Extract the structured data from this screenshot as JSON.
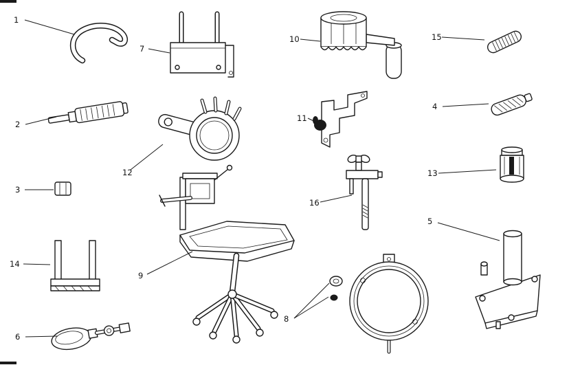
{
  "diagram": {
    "background_color": "#ffffff",
    "line_color": "#1a1a1a",
    "parts": {
      "p1": {
        "number": "1",
        "name": "retaining-hook-tool"
      },
      "p2": {
        "number": "2",
        "name": "punch-driver-tool"
      },
      "p3": {
        "number": "3",
        "name": "small-cap-tool"
      },
      "p4": {
        "number": "4",
        "name": "rubber-grip-pin-tool"
      },
      "p5": {
        "number": "5",
        "name": "engine-support-stand"
      },
      "p6": {
        "number": "6",
        "name": "screwdriver-tool"
      },
      "p7": {
        "number": "7",
        "name": "pin-plate-fixture"
      },
      "p8": {
        "number": "8",
        "name": "ring-nut-and-seals"
      },
      "p9": {
        "number": "9",
        "name": "work-stool-with-tray"
      },
      "p10": {
        "number": "10",
        "name": "bearing-puller-tool"
      },
      "p11": {
        "number": "11",
        "name": "bracket-tool"
      },
      "p12": {
        "number": "12",
        "name": "ring-spanner-tool"
      },
      "p13": {
        "number": "13",
        "name": "collet-socket-tool"
      },
      "p14": {
        "number": "14",
        "name": "fork-holder-tool"
      },
      "p15": {
        "number": "15",
        "name": "knurled-pin-tool"
      },
      "p16": {
        "number": "16",
        "name": "wing-bolt-rod-tool"
      }
    }
  }
}
